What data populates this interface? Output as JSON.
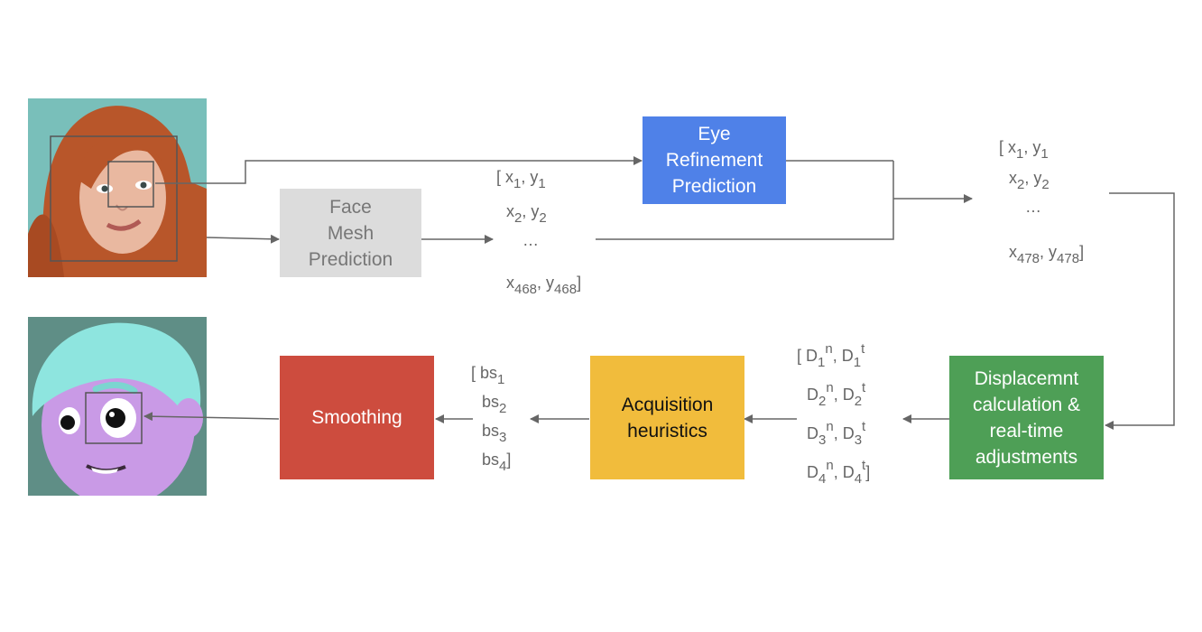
{
  "boxes": {
    "face_mesh": [
      "Face",
      "Mesh",
      "Prediction"
    ],
    "eye_refinement": [
      "Eye",
      "Refinement",
      "Prediction"
    ],
    "smoothing": [
      "Smoothing"
    ],
    "acquisition": [
      "Acquisition",
      "heuristics"
    ],
    "displacement": [
      "Displacemnt",
      "calculation &",
      "real-time",
      "adjustments"
    ]
  },
  "vectors": {
    "mesh": {
      "row1": {
        "open": "[ x",
        "s1": "1",
        "mid": ", y",
        "s2": "1",
        "close": ""
      },
      "row2": {
        "open": "x",
        "s1": "2",
        "mid": ", y",
        "s2": "2",
        "close": ""
      },
      "row3": "…",
      "row4": {
        "open": "x",
        "s1": "468",
        "mid": ", y",
        "s2": "468",
        "close": "]"
      }
    },
    "refined": {
      "row1": {
        "open": "[ x",
        "s1": "1",
        "mid": ", y",
        "s2": "1",
        "close": ""
      },
      "row2": {
        "open": "x",
        "s1": "2",
        "mid": ", y",
        "s2": "2",
        "close": ""
      },
      "row3": "…",
      "row4": {
        "open": "x",
        "s1": "478",
        "mid": ", y",
        "s2": "478",
        "close": "]"
      }
    },
    "displacements": {
      "row1": {
        "open": "[ D",
        "s1": "1",
        "p1": "n",
        "mid": ", D",
        "s2": "1",
        "p2": "t",
        "close": ""
      },
      "row2": {
        "open": "D",
        "s1": "2",
        "p1": "n",
        "mid": ", D",
        "s2": "2",
        "p2": "t",
        "close": ""
      },
      "row3": {
        "open": "D",
        "s1": "3",
        "p1": "n",
        "mid": ", D",
        "s2": "3",
        "p2": "t",
        "close": ""
      },
      "row4": {
        "open": "D",
        "s1": "4",
        "p1": "n",
        "mid": ", D",
        "s2": "4",
        "p2": "t",
        "close": "]"
      }
    },
    "blendshapes": {
      "row1": {
        "open": "[ bs",
        "s1": "1",
        "close": ""
      },
      "row2": {
        "open": "bs",
        "s1": "2",
        "close": ""
      },
      "row3": {
        "open": "bs",
        "s1": "3",
        "close": ""
      },
      "row4": {
        "open": "bs",
        "s1": "4",
        "close": "]"
      }
    }
  },
  "images": {
    "input": "photo-of-red-haired-woman",
    "output": "3d-cartoon-avatar-face"
  },
  "colors": {
    "grey": "#dcdcdc",
    "blue": "#4f81e8",
    "red": "#cd4c3e",
    "yellow": "#f1bc3c",
    "green": "#4e9f56",
    "line": "#666666"
  }
}
